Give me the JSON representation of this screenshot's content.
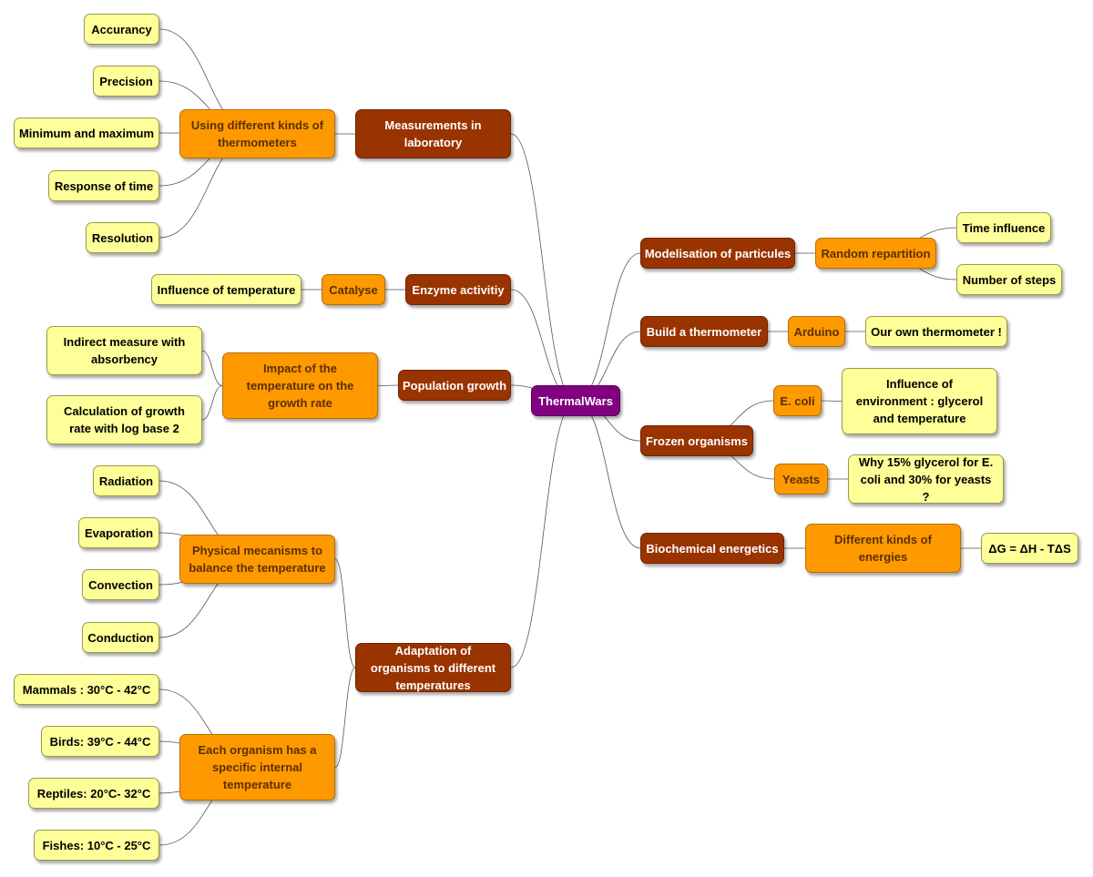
{
  "root": "ThermalWars",
  "nodes": {
    "measurements": "Measurements in laboratory",
    "thermometers": "Using different kinds of thermometers",
    "accuracy": "Accurancy",
    "precision": "Precision",
    "minmax": "Minimum and maximum",
    "response": "Response of time",
    "resolution": "Resolution",
    "enzyme": "Enzyme activitiy",
    "catalyse": "Catalyse",
    "influence_temp": "Influence of temperature",
    "population": "Population growth",
    "impact": "Impact of the temperature on the growth rate",
    "indirect": "Indirect measure with absorbency",
    "calculation": "Calculation of growth rate with log base 2",
    "adaptation": "Adaptation of organisms to different temperatures",
    "physical": "Physical mecanisms to balance the temperature",
    "radiation": "Radiation",
    "evaporation": "Evaporation",
    "convection": "Convection",
    "conduction": "Conduction",
    "internal": "Each organism has a specific internal temperature",
    "mammals": "Mammals : 30°C - 42°C",
    "birds": "Birds: 39°C - 44°C",
    "reptiles": "Reptiles: 20°C- 32°C",
    "fishes": "Fishes: 10°C - 25°C",
    "modelisation": "Modelisation of particules",
    "random": "Random repartition",
    "time_influence": "Time influence",
    "steps": "Number of steps",
    "build": "Build a thermometer",
    "arduino": "Arduino",
    "own": "Our own thermometer !",
    "frozen": "Frozen organisms",
    "ecoli": "E. coli",
    "env": "Influence of environment : glycerol and temperature",
    "yeasts": "Yeasts",
    "why": "Why 15% glycerol for E. coli and 30% for yeasts ?",
    "biochem": "Biochemical energetics",
    "energies": "Different kinds of energies",
    "formula": "ΔG =  ΔH - TΔS"
  },
  "colors": {
    "root": "#800080",
    "level1": "#993300",
    "level2": "#ff9900",
    "leaf": "#ffff99",
    "link": "#555555"
  }
}
